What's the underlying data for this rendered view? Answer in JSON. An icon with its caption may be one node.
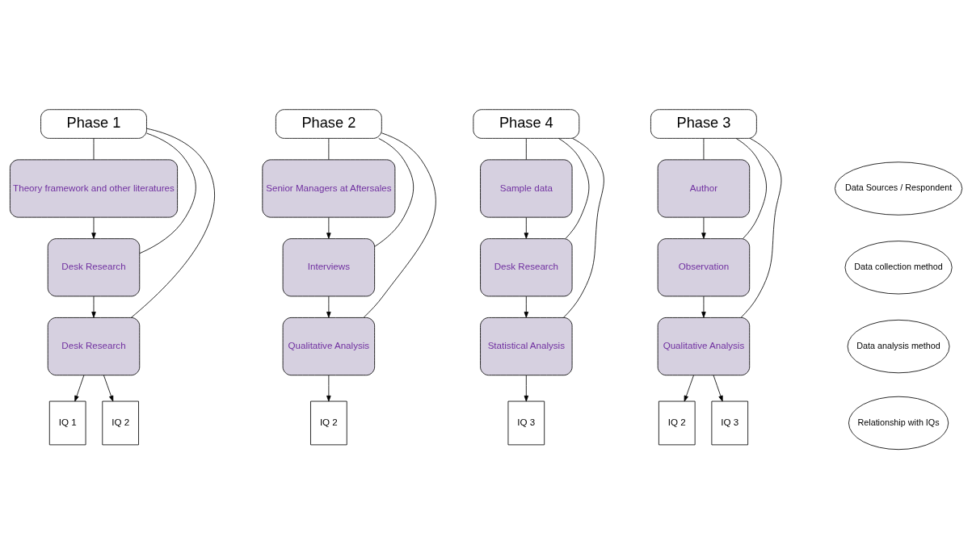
{
  "diagram": {
    "nodes": [
      {
        "text": [
          "Phase 1"
        ]
      },
      {
        "text": [
          "Phase 2"
        ]
      },
      {
        "text": [
          "Phase 3"
        ]
      },
      {
        "text": [
          "Phase 4"
        ]
      },
      {
        "text": [
          "Data Sources / Respondent"
        ]
      },
      {
        "text": [
          "Theory framework and other literatures"
        ]
      },
      {
        "text": [
          "Senior Managers at Aftersales"
        ]
      },
      {
        "text": [
          "Author"
        ]
      },
      {
        "text": [
          "Sample data"
        ]
      },
      {
        "text": [
          "Data collection method"
        ]
      },
      {
        "text": [
          "Desk Research"
        ]
      },
      {
        "text": [
          "Interviews"
        ]
      },
      {
        "text": [
          "Observation"
        ]
      },
      {
        "text": [
          "Desk Research"
        ]
      },
      {
        "text": [
          "Data analysis method"
        ]
      },
      {
        "text": [
          "Desk Research"
        ]
      },
      {
        "text": [
          "Qualitative Analysis"
        ]
      },
      {
        "text": [
          "Qualitative Analysis"
        ]
      },
      {
        "text": [
          "Statistical Analysis"
        ]
      },
      {
        "text": [
          "Relationship with IQs"
        ]
      },
      {
        "text": [
          "IQ 1"
        ]
      },
      {
        "text": [
          "IQ 2"
        ]
      },
      {
        "text": [
          "IQ 2"
        ]
      },
      {
        "text": [
          "IQ 2"
        ]
      },
      {
        "text": [
          "IQ 3"
        ]
      },
      {
        "text": [
          "IQ 3"
        ]
      }
    ],
    "edges": [
      {
        "from": 0,
        "to": 5,
        "arrow": "none"
      },
      {
        "from": 0,
        "to": 10,
        "arrow": "none"
      },
      {
        "from": 0,
        "to": 15,
        "arrow": "none"
      },
      {
        "from": 1,
        "to": 6,
        "arrow": "none"
      },
      {
        "from": 1,
        "to": 11,
        "arrow": "none"
      },
      {
        "from": 1,
        "to": 16,
        "arrow": "none"
      },
      {
        "from": 2,
        "to": 7,
        "arrow": "none"
      },
      {
        "from": 2,
        "to": 12,
        "arrow": "none"
      },
      {
        "from": 2,
        "to": 17,
        "arrow": "none"
      },
      {
        "from": 3,
        "to": 8,
        "arrow": "none"
      },
      {
        "from": 3,
        "to": 13,
        "arrow": "none"
      },
      {
        "from": 3,
        "to": 18,
        "arrow": "none"
      },
      {
        "from": 5,
        "to": 10,
        "arrow": "to"
      },
      {
        "from": 10,
        "to": 15,
        "arrow": "to"
      },
      {
        "from": 15,
        "to": 20,
        "arrow": "to"
      },
      {
        "from": 15,
        "to": 21,
        "arrow": "to"
      },
      {
        "from": 6,
        "to": 11,
        "arrow": "to"
      },
      {
        "from": 11,
        "to": 16,
        "arrow": "to"
      },
      {
        "from": 16,
        "to": 22,
        "arrow": "to"
      },
      {
        "from": 7,
        "to": 12,
        "arrow": "to"
      },
      {
        "from": 12,
        "to": 17,
        "arrow": "to"
      },
      {
        "from": 17,
        "to": 23,
        "arrow": "to"
      },
      {
        "from": 17,
        "to": 24,
        "arrow": "to"
      },
      {
        "from": 8,
        "to": 13,
        "arrow": "to"
      },
      {
        "from": 13,
        "to": 18,
        "arrow": "to"
      },
      {
        "from": 18,
        "to": 25,
        "arrow": "to"
      }
    ]
  }
}
